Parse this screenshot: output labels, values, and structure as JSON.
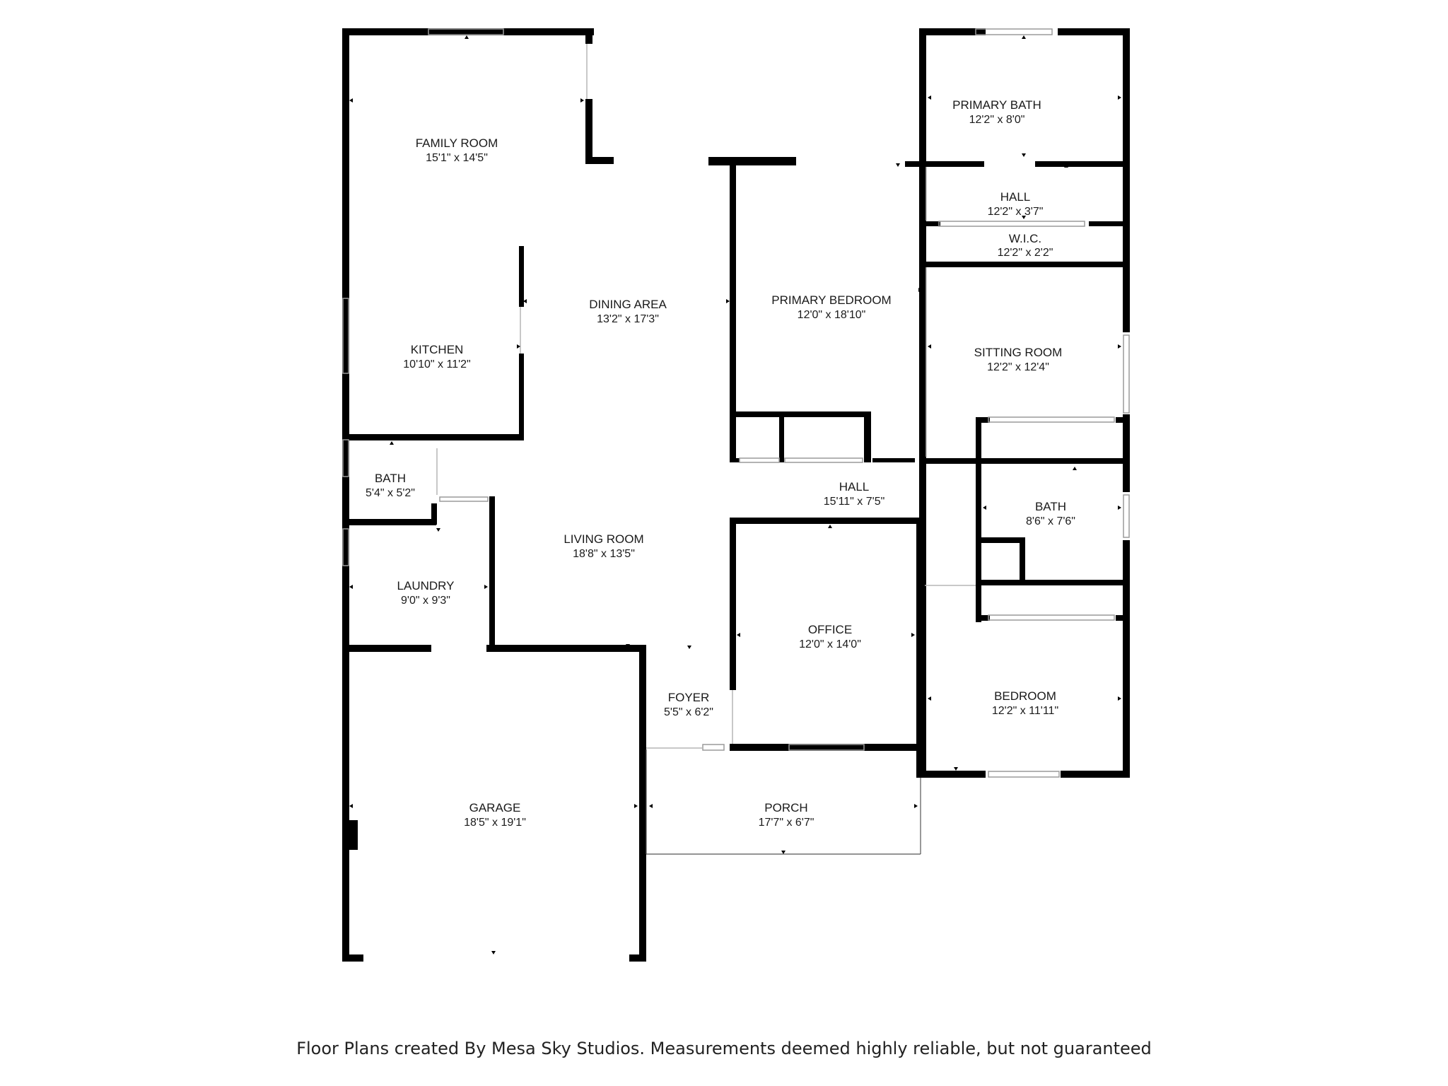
{
  "rooms": [
    {
      "id": "family-room",
      "name": "FAMILY ROOM",
      "dims": "15'1\" x 14'5\""
    },
    {
      "id": "kitchen",
      "name": "KITCHEN",
      "dims": "10'10\" x 11'2\""
    },
    {
      "id": "dining-area",
      "name": "DINING AREA",
      "dims": "13'2\" x 17'3\""
    },
    {
      "id": "primary-bath",
      "name": "PRIMARY BATH",
      "dims": "12'2\" x 8'0\""
    },
    {
      "id": "hall-upper",
      "name": "HALL",
      "dims": "12'2\" x 3'7\""
    },
    {
      "id": "wic",
      "name": "W.I.C.",
      "dims": "12'2\" x 2'2\""
    },
    {
      "id": "primary-bedroom",
      "name": "PRIMARY BEDROOM",
      "dims": "12'0\" x 18'10\""
    },
    {
      "id": "sitting-room",
      "name": "SITTING ROOM",
      "dims": "12'2\" x 12'4\""
    },
    {
      "id": "bath-small",
      "name": "BATH",
      "dims": "5'4\" x 5'2\""
    },
    {
      "id": "hall-main",
      "name": "HALL",
      "dims": "15'11\" x 7'5\""
    },
    {
      "id": "bath-right",
      "name": "BATH",
      "dims": "8'6\" x 7'6\""
    },
    {
      "id": "living-room",
      "name": "LIVING ROOM",
      "dims": "18'8\" x 13'5\""
    },
    {
      "id": "laundry",
      "name": "LAUNDRY",
      "dims": "9'0\" x 9'3\""
    },
    {
      "id": "office",
      "name": "OFFICE",
      "dims": "12'0\" x 14'0\""
    },
    {
      "id": "foyer",
      "name": "FOYER",
      "dims": "5'5\" x 6'2\""
    },
    {
      "id": "bedroom",
      "name": "BEDROOM",
      "dims": "12'2\" x 11'11\""
    },
    {
      "id": "garage",
      "name": "GARAGE",
      "dims": "18'5\" x 19'1\""
    },
    {
      "id": "porch",
      "name": "PORCH",
      "dims": "17'7\" x 6'7\""
    }
  ],
  "footer": {
    "credit": "Floor Plans created By Mesa Sky Studios. Measurements deemed highly reliable, but not guaranteed"
  },
  "colors": {
    "wall": "#000000",
    "window": "#bdbdbd",
    "background": "#ffffff"
  }
}
